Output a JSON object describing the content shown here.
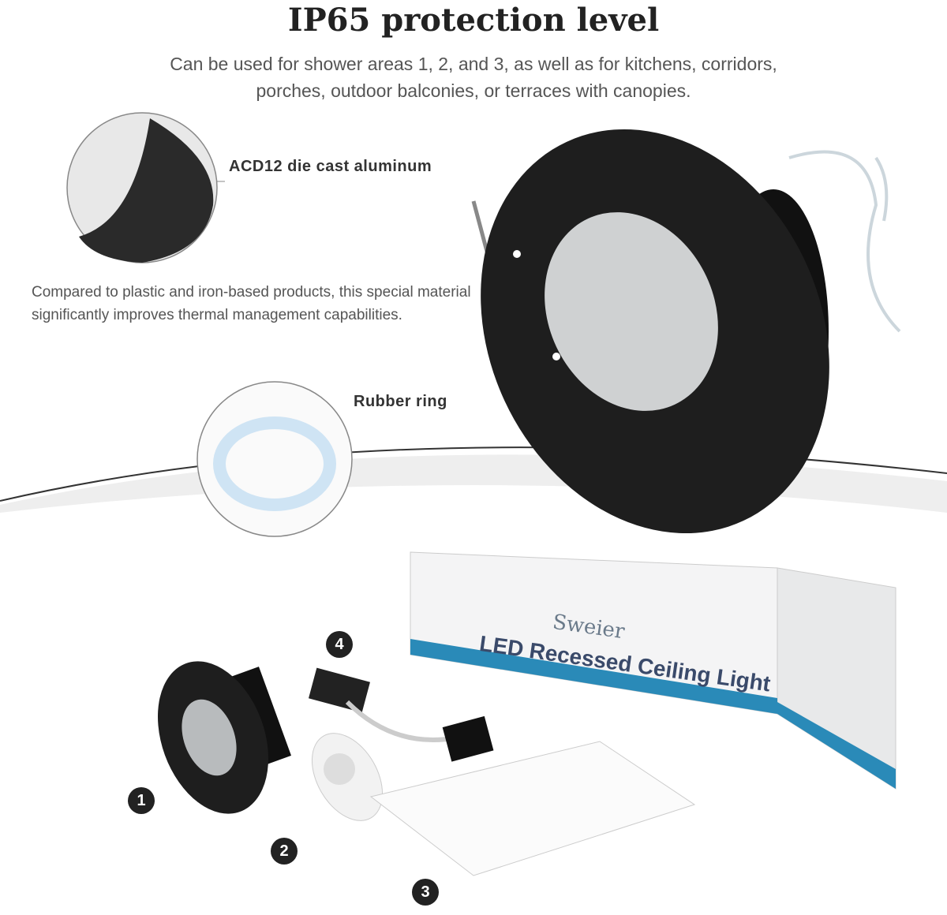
{
  "header": {
    "title": "IP65 protection level",
    "subtitle_line1": "Can be used for shower areas 1, 2, and 3, as well as for kitchens, corridors,",
    "subtitle_line2": "porches, outdoor balconies, or terraces with canopies."
  },
  "callouts": {
    "material_label": "ACD12 die cast aluminum",
    "material_description": "Compared to plastic and iron-based products, this special material significantly improves thermal management capabilities.",
    "ring_label": "Rubber ring"
  },
  "package": {
    "brand": "Sweier",
    "box_text": "LED Recessed Ceiling Light",
    "parts": [
      "1",
      "2",
      "3",
      "4"
    ]
  },
  "colors": {
    "fixture": "#1e1e1e",
    "box_stripe": "#2a8ab8",
    "water": "#cfd8dc"
  }
}
